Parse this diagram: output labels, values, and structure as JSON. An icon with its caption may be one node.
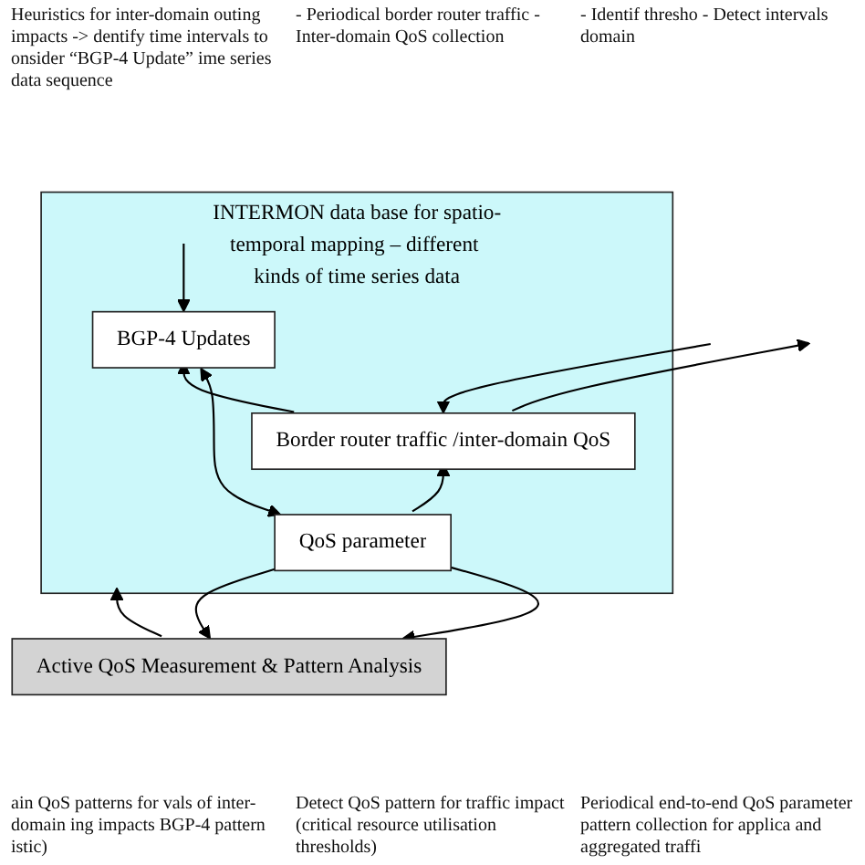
{
  "diagram": {
    "nodes": [
      {
        "text": [
          "INTERMON data base for spatio-temporal mapping – different kinds of time series data"
        ]
      },
      {
        "text": [
          "BGP-4 Updates"
        ],
        "in": 0
      },
      {
        "text": [
          "Border router traffic /inter-domain QoS"
        ],
        "in": 0
      },
      {
        "text": [
          "QoS parameter"
        ],
        "in": 0
      },
      {
        "text": [
          "Active QoS Measurement & Pattern Analysis"
        ]
      }
    ],
    "edges": [
      {
        "from": null,
        "to": 1,
        "arrow": "to"
      },
      {
        "from": null,
        "to": 2,
        "arrow": "to"
      },
      {
        "from": 2,
        "to": null,
        "arrow": "to"
      },
      {
        "from": 1,
        "to": 3,
        "arrow": "both"
      },
      {
        "from": 2,
        "to": 1,
        "arrow": "to"
      },
      {
        "from": 3,
        "to": 2,
        "arrow": "to"
      },
      {
        "from": 3,
        "to": 4,
        "arrow": "to"
      },
      {
        "from": 3,
        "to": 4,
        "arrow": "to"
      },
      {
        "from": 4,
        "to": 0,
        "arrow": "to"
      }
    ],
    "labels": [
      "Heuristics for inter-domain outing impacts -> dentify time intervals to onsider “BGP-4 Update” ime series data sequence",
      "- Periodical border router traffic - Inter-domain QoS collection",
      "- Identif thresho - Detect intervals domain",
      "ain QoS patterns for vals of inter-domain ing impacts BGP-4 pattern istic)",
      "Detect QoS pattern for traffic impact (critical resource utilisation thresholds)",
      "Periodical end-to-end QoS parameter pattern collection for applica and aggregated traffi"
    ]
  }
}
